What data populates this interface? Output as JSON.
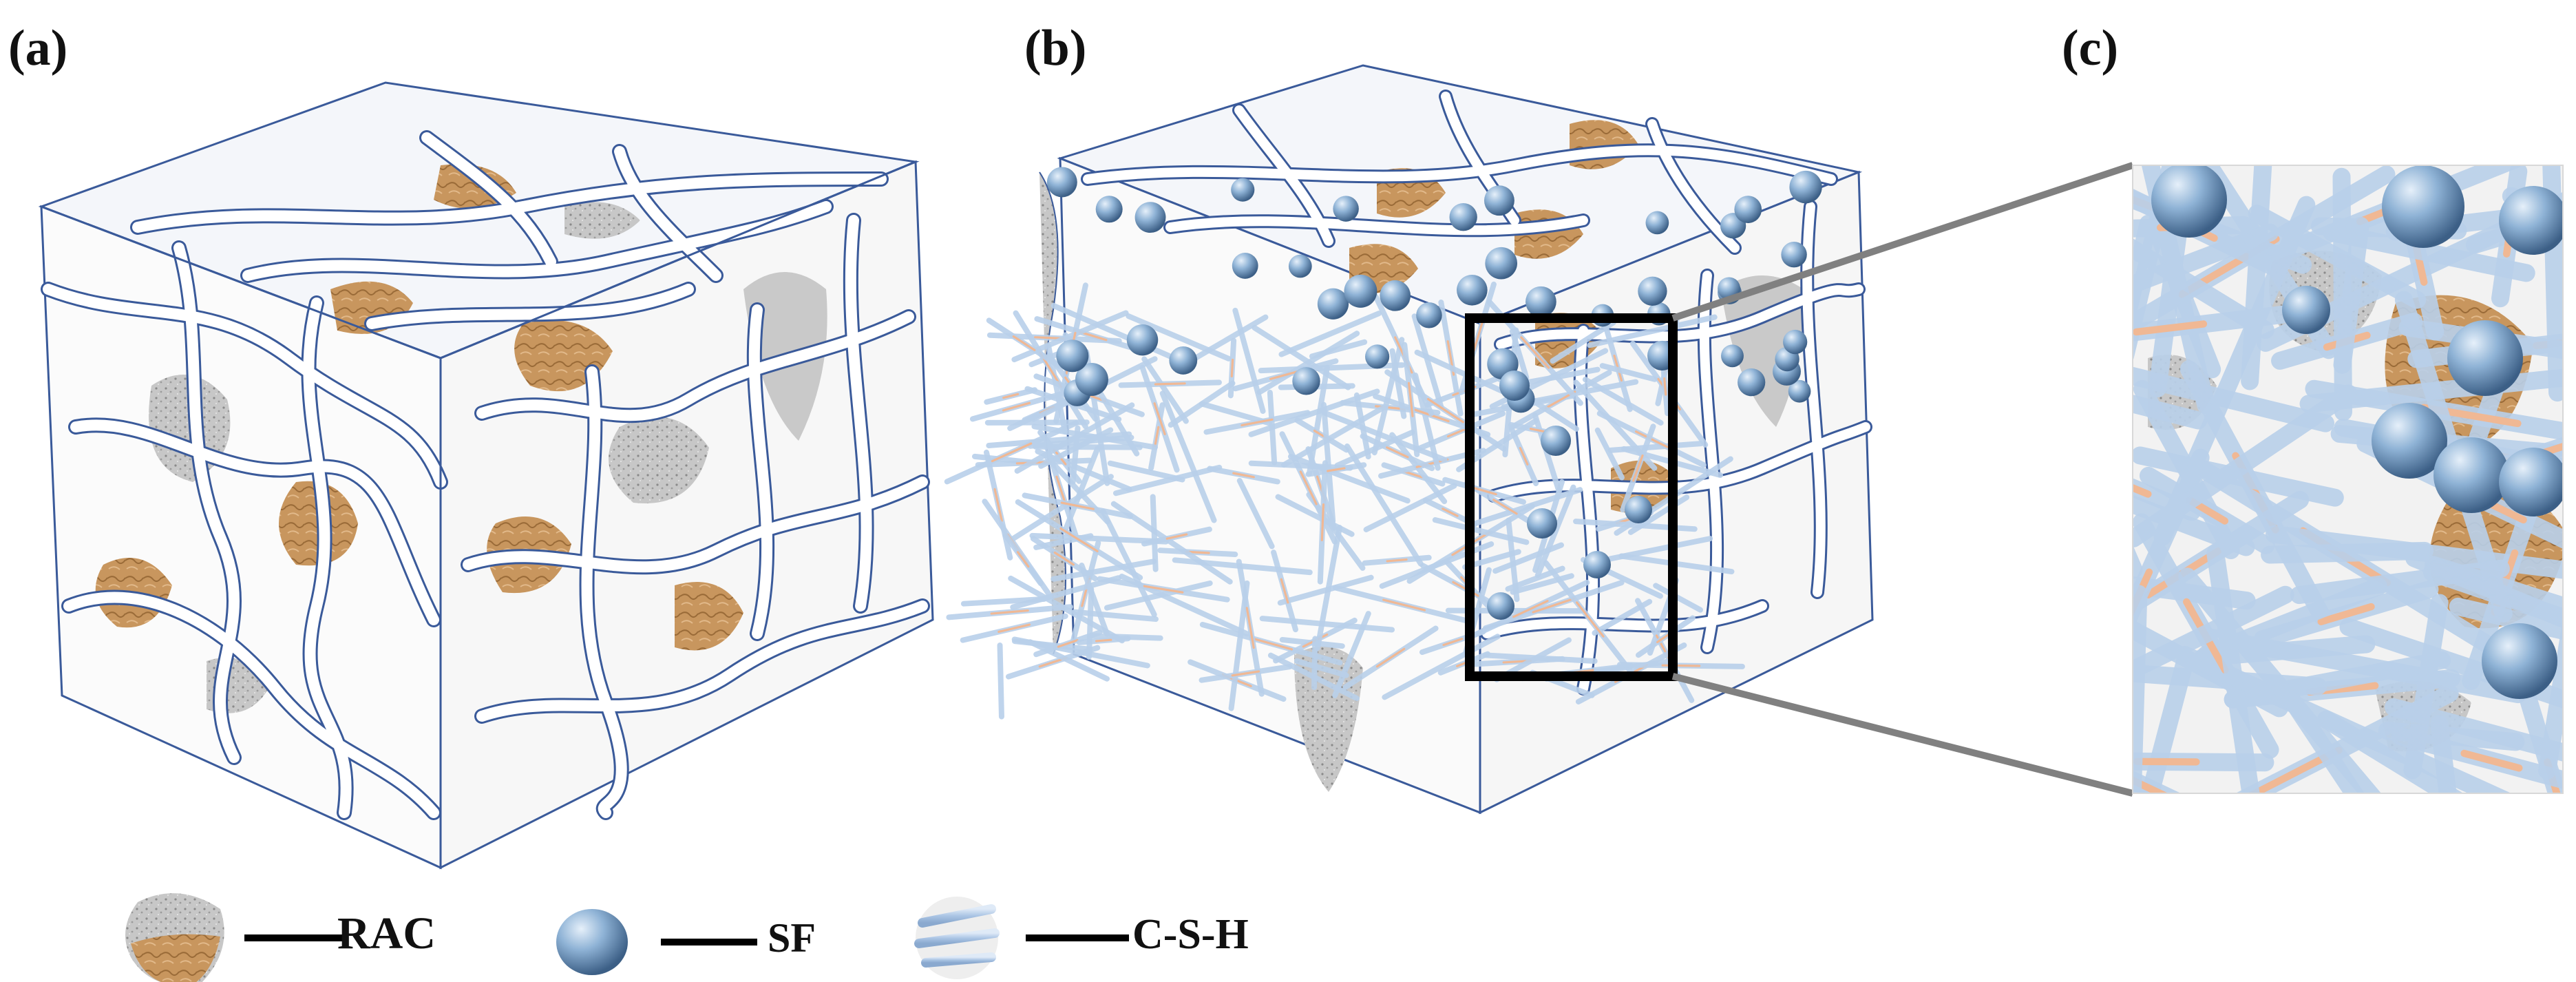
{
  "panels": {
    "a_label": "(a)",
    "b_label": "(b)",
    "c_label": "(c)"
  },
  "legend": {
    "rac": "RAC",
    "sf": "SF",
    "csh": "C-S-H"
  },
  "colors": {
    "network_outline": "#3a5a9a",
    "pore_gray": "#c9c9c9",
    "aggregate_brown": "#c8965e",
    "sphere_blue": "#7fa6cc",
    "needle_blue": "#b9d0ea",
    "needle_core": "#f0b894",
    "zoom_frame": "#000000",
    "connector_gray": "#808080"
  }
}
